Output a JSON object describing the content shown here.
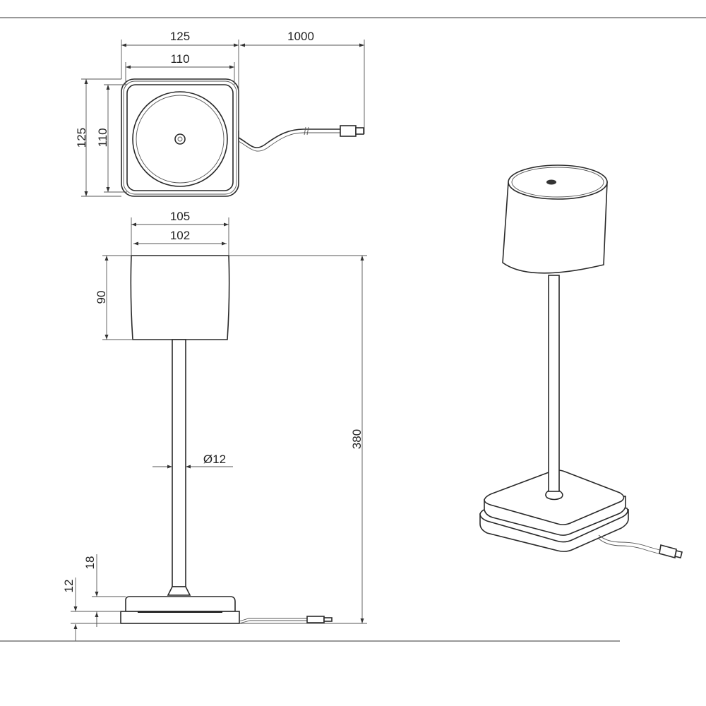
{
  "drawing": {
    "top_view": {
      "outer_width": "125",
      "inner_width": "110",
      "cable_length": "1000",
      "outer_depth": "125",
      "inner_depth": "110"
    },
    "side_view": {
      "shade_outer_width": "105",
      "shade_inner_width": "102",
      "shade_height": "90",
      "total_height": "380",
      "stem_diameter": "Ø12",
      "base_upper_height": "18",
      "base_lower_height": "12"
    },
    "perspective_view": {}
  },
  "colors": {
    "line": "#2a2a2a",
    "background": "#ffffff"
  }
}
